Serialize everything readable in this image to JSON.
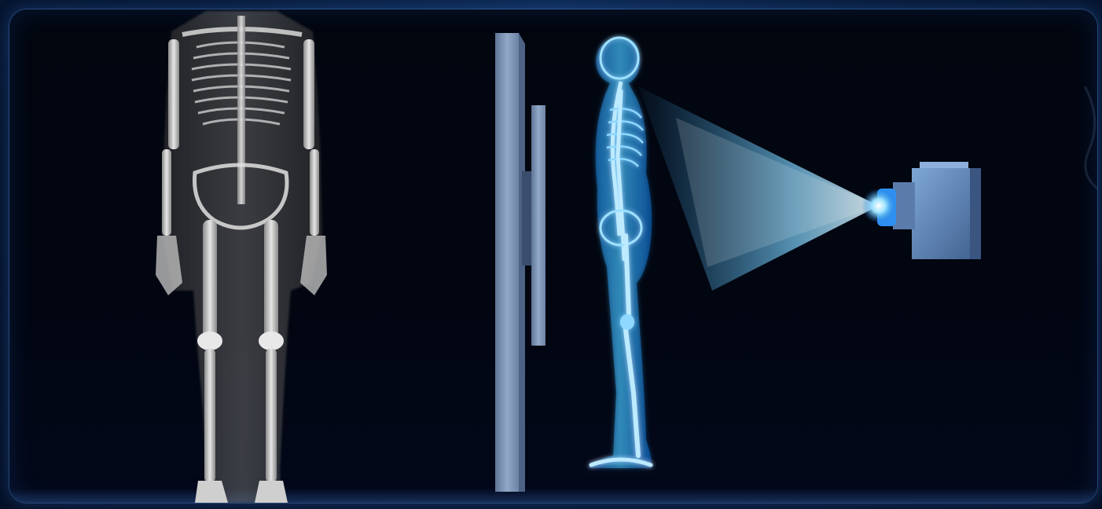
{
  "scene": {
    "xray_figure": "frontal-xray-radiograph",
    "hologram_figure": "side-view-skeleton-hologram",
    "device": "xray-source-emitter",
    "detector": "flat-panel-detector",
    "colors": {
      "background": "#06152e",
      "panel": "#02060f",
      "hologram": "#2aa8ff",
      "beam": "#7fd4ff",
      "detector": "#7f97b8",
      "xray_bone": "#d8d8d8"
    }
  }
}
